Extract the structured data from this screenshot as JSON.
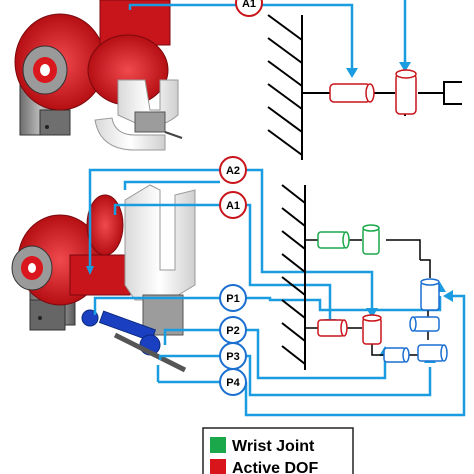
{
  "top_diagram": {
    "joint_labels": [
      "A1"
    ]
  },
  "bottom_diagram": {
    "joint_labels": [
      "A2",
      "A1",
      "P1",
      "P2",
      "P3",
      "P4"
    ]
  },
  "legend": {
    "items": [
      {
        "label": "Wrist Joint",
        "color": "#1aa84b"
      },
      {
        "label": "Active DOF",
        "color": "#d8151b"
      }
    ]
  },
  "colors": {
    "connector": "#1a9de0",
    "active": "#d8151b",
    "wrist": "#1aa84b",
    "passive": "#1a6fd0",
    "node_border": "#c8141b"
  }
}
